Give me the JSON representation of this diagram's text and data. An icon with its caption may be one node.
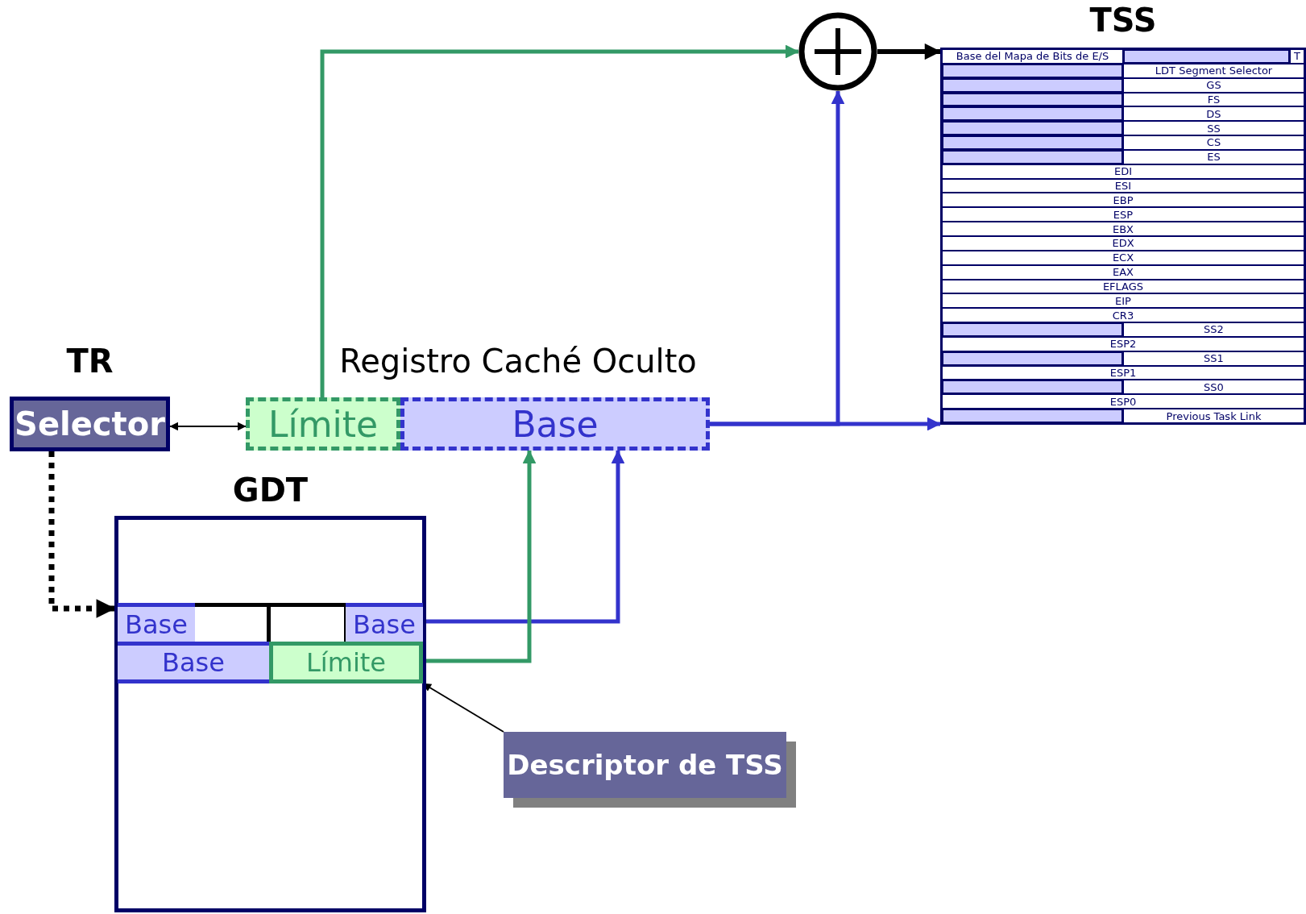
{
  "diagram": {
    "nodes": [
      {
        "text": [
          "TR",
          "Selector"
        ]
      },
      {
        "text": [
          "Registro Caché Oculto"
        ]
      },
      {
        "text": [
          "Límite"
        ],
        "in": 1
      },
      {
        "text": [
          "Base"
        ],
        "in": 1
      },
      {
        "text": [
          "GDT"
        ]
      },
      {
        "text": [
          "Base"
        ],
        "in": 4
      },
      {
        "text": [],
        "shape": "box",
        "in": 4
      },
      {
        "text": [],
        "shape": "box",
        "in": 4
      },
      {
        "text": [
          "Base"
        ],
        "in": 4
      },
      {
        "text": [
          "Base"
        ],
        "in": 4
      },
      {
        "text": [
          "Límite"
        ],
        "in": 4
      },
      {
        "text": [
          "Descriptor de TSS"
        ]
      },
      {
        "text": [],
        "shape": "circle"
      },
      {
        "text": [
          "TSS"
        ]
      }
    ],
    "edges": [
      {
        "from": 0,
        "to": 2,
        "arrow": "both"
      },
      {
        "from": 0,
        "to": 4,
        "arrow": "to",
        "style": "dashed"
      },
      {
        "from": 2,
        "to": 12,
        "arrow": "to",
        "color": "#339966"
      },
      {
        "from": 3,
        "to": 12,
        "arrow": "to",
        "color": "#3333cc"
      },
      {
        "from": 3,
        "to": 13,
        "arrow": "to",
        "color": "#3333cc"
      },
      {
        "from": 12,
        "to": 13,
        "arrow": "to"
      },
      {
        "from": 8,
        "to": 3,
        "arrow": "to",
        "color": "#3333cc"
      },
      {
        "from": 10,
        "to": 3,
        "arrow": "to",
        "color": "#339966"
      },
      {
        "from": 11,
        "to": 10,
        "arrow": "to"
      }
    ],
    "labels": [
      "Base del Mapa de Bits de E/S",
      "T",
      "LDT Segment Selector",
      "GS",
      "FS",
      "DS",
      "SS",
      "CS",
      "ES",
      "EDI",
      "ESI",
      "EBP",
      "ESP",
      "EBX",
      "EDX",
      "ECX",
      "EAX",
      "EFLAGS",
      "EIP",
      "CR3",
      "SS2",
      "ESP2",
      "SS1",
      "ESP1",
      "SS0",
      "ESP0",
      "Previous Task Link"
    ]
  }
}
